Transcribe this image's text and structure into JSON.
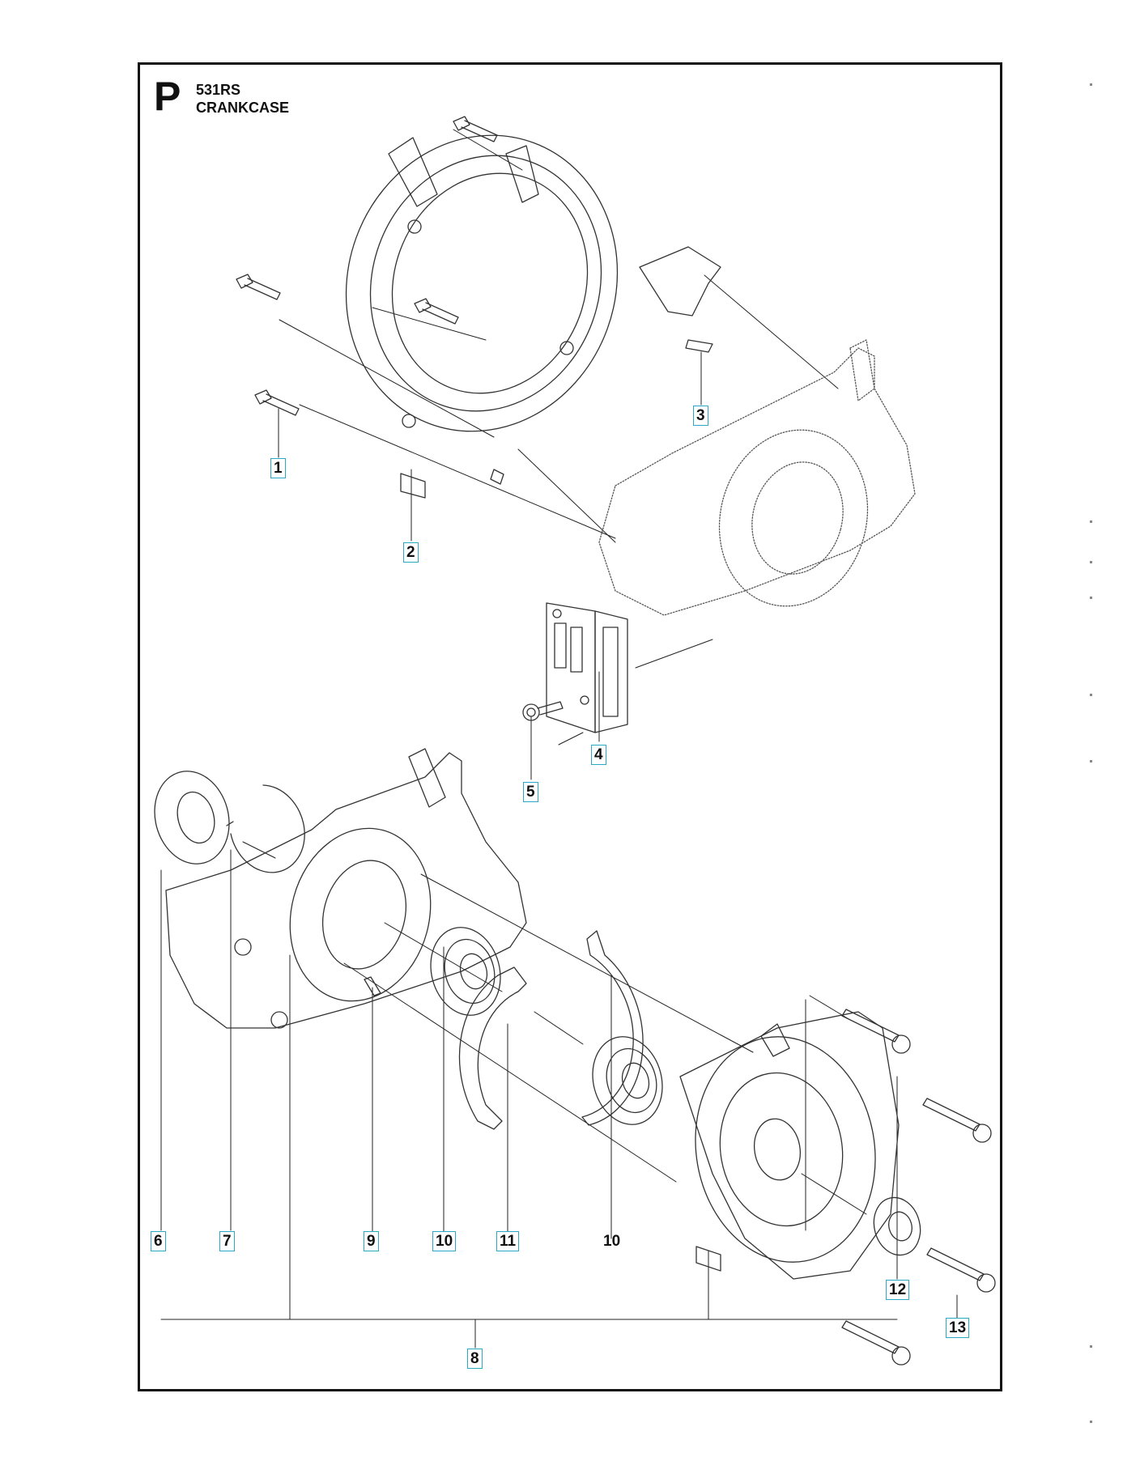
{
  "header": {
    "section_letter": "P",
    "model": "531RS",
    "title": "CRANKCASE"
  },
  "callouts": [
    {
      "id": "c1",
      "label": "1",
      "boxed": true
    },
    {
      "id": "c2",
      "label": "2",
      "boxed": true
    },
    {
      "id": "c3",
      "label": "3",
      "boxed": true
    },
    {
      "id": "c4",
      "label": "4",
      "boxed": true
    },
    {
      "id": "c5",
      "label": "5",
      "boxed": true
    },
    {
      "id": "c6",
      "label": "6",
      "boxed": true
    },
    {
      "id": "c7",
      "label": "7",
      "boxed": true
    },
    {
      "id": "c8",
      "label": "8",
      "boxed": true
    },
    {
      "id": "c9",
      "label": "9",
      "boxed": true
    },
    {
      "id": "c10a",
      "label": "10",
      "boxed": true
    },
    {
      "id": "c11",
      "label": "11",
      "boxed": true
    },
    {
      "id": "c10b",
      "label": "10",
      "boxed": false
    },
    {
      "id": "c12",
      "label": "12",
      "boxed": true
    },
    {
      "id": "c13",
      "label": "13",
      "boxed": true
    }
  ],
  "colors": {
    "callout_box": "#2aa8c4",
    "line_art": "#333333",
    "frame": "#111111"
  }
}
